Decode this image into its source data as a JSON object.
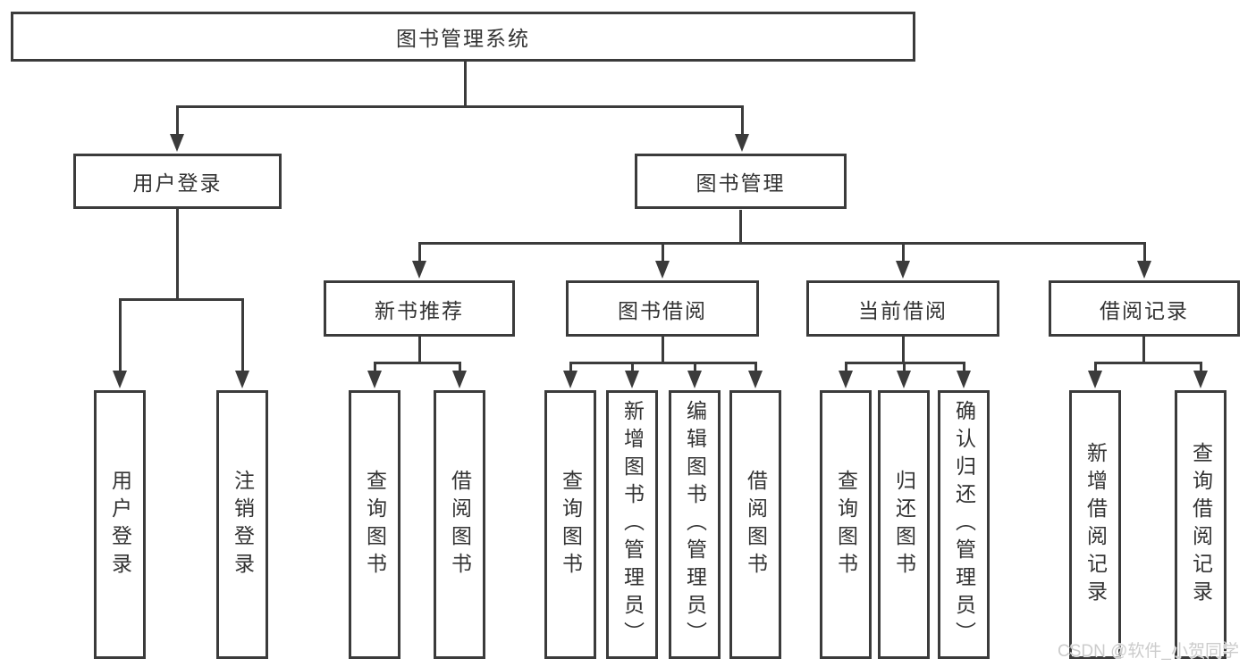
{
  "diagram": {
    "root": {
      "label": "图书管理系统"
    },
    "branches": [
      {
        "label": "用户登录",
        "children": [
          {
            "label": "用户登录"
          },
          {
            "label": "注销登录"
          }
        ]
      },
      {
        "label": "图书管理",
        "groups": [
          {
            "label": "新书推荐",
            "children": [
              {
                "label": "查询图书"
              },
              {
                "label": "借阅图书"
              }
            ]
          },
          {
            "label": "图书借阅",
            "children": [
              {
                "label": "查询图书"
              },
              {
                "label": "新增图书（管理员）"
              },
              {
                "label": "编辑图书（管理员）"
              },
              {
                "label": "借阅图书"
              }
            ]
          },
          {
            "label": "当前借阅",
            "children": [
              {
                "label": "查询图书"
              },
              {
                "label": "归还图书"
              },
              {
                "label": "确认归还（管理员）"
              }
            ]
          },
          {
            "label": "借阅记录",
            "children": [
              {
                "label": "新增借阅记录"
              },
              {
                "label": "查询借阅记录"
              }
            ]
          }
        ]
      }
    ]
  },
  "watermark": {
    "text": "CSDN @软件_小贺同学"
  },
  "colors": {
    "line": "#3b3b3b",
    "text": "#333333",
    "background": "#ffffff",
    "watermark": "#cccccc"
  }
}
